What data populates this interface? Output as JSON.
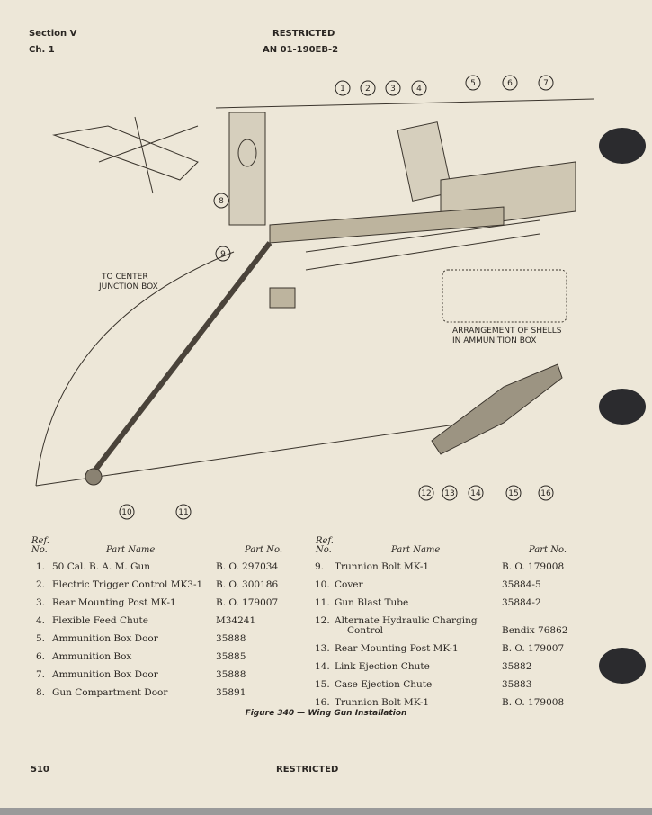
{
  "header": {
    "section": "Section V",
    "chapter": "Ch. 1",
    "restricted": "RESTRICTED",
    "doc_number": "AN 01-190EB-2"
  },
  "figure": {
    "callouts": [
      "1",
      "2",
      "3",
      "4",
      "5",
      "6",
      "7",
      "8",
      "9",
      "10",
      "11",
      "12",
      "13",
      "14",
      "15",
      "16"
    ],
    "label_center_junction": [
      "TO CENTER",
      "JUNCTION BOX"
    ],
    "label_arrangement": [
      "ARRANGEMENT OF SHELLS",
      "IN AMMUNITION BOX"
    ],
    "caption": "Figure 340 — Wing Gun Installation"
  },
  "table": {
    "headers": {
      "ref": "Ref.",
      "no": "No.",
      "name": "Part Name",
      "part": "Part No."
    },
    "left": [
      {
        "ref": "1.",
        "name": "50 Cal. B. A. M. Gun",
        "part": "B. O. 297034"
      },
      {
        "ref": "2.",
        "name": "Electric Trigger Control MK3-1",
        "part": "B. O. 300186"
      },
      {
        "ref": "3.",
        "name": "Rear Mounting Post MK-1",
        "part": "B. O. 179007"
      },
      {
        "ref": "4.",
        "name": "Flexible Feed Chute",
        "part": "M34241"
      },
      {
        "ref": "5.",
        "name": "Ammunition Box Door",
        "part": "35888"
      },
      {
        "ref": "6.",
        "name": "Ammunition Box",
        "part": "35885"
      },
      {
        "ref": "7.",
        "name": "Ammunition Box Door",
        "part": "35888"
      },
      {
        "ref": "8.",
        "name": "Gun Compartment Door",
        "part": "35891"
      }
    ],
    "right": [
      {
        "ref": "9.",
        "name": "Trunnion Bolt MK-1",
        "part": "B. O. 179008"
      },
      {
        "ref": "10.",
        "name": "Cover",
        "part": "35884-5"
      },
      {
        "ref": "11.",
        "name": "Gun Blast Tube",
        "part": "35884-2"
      },
      {
        "ref": "12.",
        "name": "Alternate Hydraulic Charging",
        "name2": "Control",
        "part": "Bendix 76862"
      },
      {
        "ref": "13.",
        "name": "Rear Mounting Post MK-1",
        "part": "B. O. 179007"
      },
      {
        "ref": "14.",
        "name": "Link Ejection Chute",
        "part": "35882"
      },
      {
        "ref": "15.",
        "name": "Case Ejection Chute",
        "part": "35883"
      },
      {
        "ref": "16.",
        "name": "Trunnion Bolt MK-1",
        "part": "B. O. 179008"
      }
    ]
  },
  "footer": {
    "page": "510",
    "restricted": "RESTRICTED"
  }
}
